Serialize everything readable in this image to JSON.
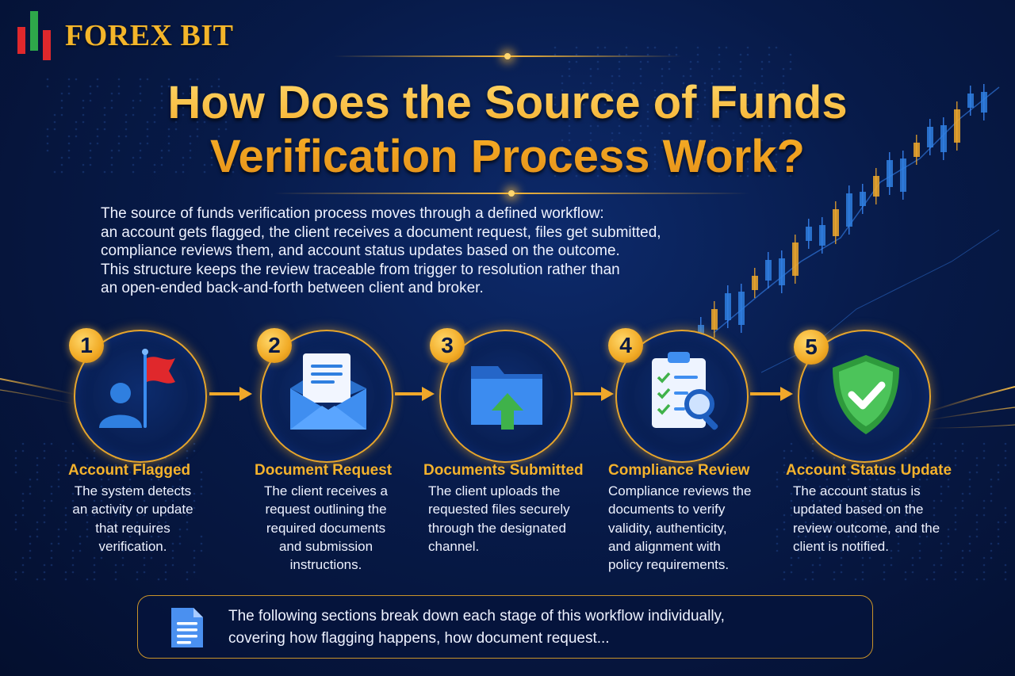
{
  "brand": {
    "name": "FOREX BIT"
  },
  "title": "How Does the Source of Funds Verification Process Work?",
  "intro": [
    "The source of funds verification process moves through a defined workflow:",
    "an account gets flagged, the client receives a document request, files get submitted,",
    "compliance reviews them, and account status updates based on the outcome.",
    "This structure keeps the review traceable from trigger to resolution rather than",
    "an open-ended back-and-forth between client and broker."
  ],
  "steps": [
    {
      "number": "1",
      "icon": "user-flag-icon",
      "title": "Account Flagged",
      "desc": [
        "The system detects",
        "an activity or update",
        "that requires",
        "verification."
      ]
    },
    {
      "number": "2",
      "icon": "envelope-document-icon",
      "title": "Document Request",
      "desc": [
        "The client receives a",
        "request outlining the",
        "required documents",
        "and submission",
        "instructions."
      ]
    },
    {
      "number": "3",
      "icon": "folder-upload-icon",
      "title": "Documents Submitted",
      "desc": [
        "The client uploads the",
        "requested files securely",
        "through the designated",
        "channel."
      ]
    },
    {
      "number": "4",
      "icon": "clipboard-search-icon",
      "title": "Compliance Review",
      "desc": [
        "Compliance reviews the",
        "documents to verify",
        "validity, authenticity,",
        "and alignment with",
        "policy requirements."
      ]
    },
    {
      "number": "5",
      "icon": "shield-check-icon",
      "title": "Account Status Update",
      "desc": [
        "The account status is",
        "updated based on the",
        "review outcome, and the",
        "client is notified."
      ]
    }
  ],
  "footer": {
    "icon": "document-icon",
    "lines": [
      "The following sections break down each stage of this workflow individually,",
      "covering how flagging happens, how document request..."
    ]
  },
  "colors": {
    "accent": "#f4b22c",
    "background": "#071a48",
    "text": "#eef2ff",
    "icon_blue": "#2f7fe0",
    "flag_red": "#e0282c",
    "shield_green": "#3fb24a"
  }
}
